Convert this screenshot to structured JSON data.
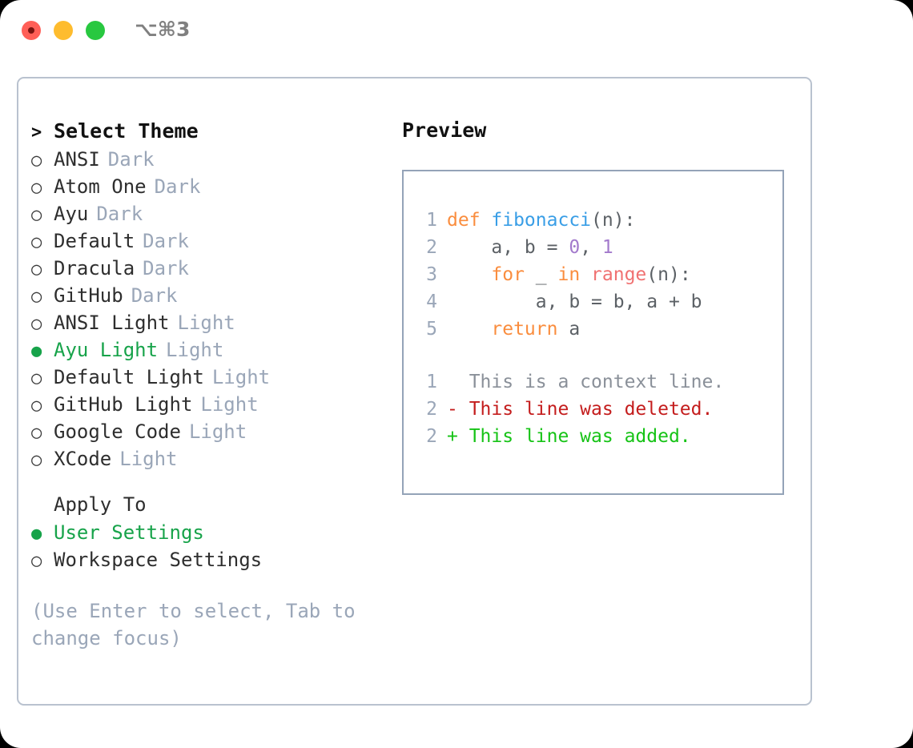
{
  "titlebar": {
    "shortcut": "⌥⌘3",
    "lights": [
      {
        "name": "close-button",
        "color": "#ff5f57"
      },
      {
        "name": "minimize-button",
        "color": "#febc2e"
      },
      {
        "name": "maximize-button",
        "color": "#28c840"
      }
    ]
  },
  "theme_section": {
    "marker": ">",
    "title": "Select Theme",
    "items": [
      {
        "marker": "○",
        "label": "ANSI",
        "tag": "Dark",
        "selected": false
      },
      {
        "marker": "○",
        "label": "Atom One",
        "tag": "Dark",
        "selected": false
      },
      {
        "marker": "○",
        "label": "Ayu",
        "tag": "Dark",
        "selected": false
      },
      {
        "marker": "○",
        "label": "Default",
        "tag": "Dark",
        "selected": false
      },
      {
        "marker": "○",
        "label": "Dracula",
        "tag": "Dark",
        "selected": false
      },
      {
        "marker": "○",
        "label": "GitHub",
        "tag": "Dark",
        "selected": false
      },
      {
        "marker": "○",
        "label": "ANSI Light",
        "tag": "Light",
        "selected": false
      },
      {
        "marker": "●",
        "label": "Ayu Light",
        "tag": "Light",
        "selected": true
      },
      {
        "marker": "○",
        "label": "Default Light",
        "tag": "Light",
        "selected": false
      },
      {
        "marker": "○",
        "label": "GitHub Light",
        "tag": "Light",
        "selected": false
      },
      {
        "marker": "○",
        "label": "Google Code",
        "tag": "Light",
        "selected": false
      },
      {
        "marker": "○",
        "label": "XCode",
        "tag": "Light",
        "selected": false
      }
    ]
  },
  "apply_section": {
    "marker": " ",
    "title": "Apply To",
    "items": [
      {
        "marker": "●",
        "label": "User Settings",
        "selected": true
      },
      {
        "marker": "○",
        "label": "Workspace Settings",
        "selected": false
      }
    ]
  },
  "hint": "(Use Enter to select, Tab to change focus)",
  "preview": {
    "title": "Preview",
    "code_lines": [
      {
        "no": "1",
        "tokens": [
          {
            "t": "def ",
            "c": "kw"
          },
          {
            "t": "fibonacci",
            "c": "fn"
          },
          {
            "t": "(n):",
            "c": "plain"
          }
        ]
      },
      {
        "no": "2",
        "tokens": [
          {
            "t": "    a, b = ",
            "c": "plain"
          },
          {
            "t": "0",
            "c": "num"
          },
          {
            "t": ", ",
            "c": "plain"
          },
          {
            "t": "1",
            "c": "num"
          }
        ]
      },
      {
        "no": "3",
        "tokens": [
          {
            "t": "    ",
            "c": "plain"
          },
          {
            "t": "for",
            "c": "kw"
          },
          {
            "t": " _ ",
            "c": "plain"
          },
          {
            "t": "in",
            "c": "kw"
          },
          {
            "t": " ",
            "c": "plain"
          },
          {
            "t": "range",
            "c": "builtin"
          },
          {
            "t": "(n):",
            "c": "plain"
          }
        ]
      },
      {
        "no": "4",
        "tokens": [
          {
            "t": "        a, b = b, a + b",
            "c": "plain"
          }
        ]
      },
      {
        "no": "5",
        "tokens": [
          {
            "t": "    ",
            "c": "plain"
          },
          {
            "t": "return",
            "c": "kw"
          },
          {
            "t": " a",
            "c": "plain"
          }
        ]
      }
    ],
    "diff_lines": [
      {
        "no": "1",
        "sign": "  ",
        "text": "This is a context line.",
        "kind": "context"
      },
      {
        "no": "2",
        "sign": "- ",
        "text": "This line was deleted.",
        "kind": "del"
      },
      {
        "no": "2",
        "sign": "+ ",
        "text": "This line was added.",
        "kind": "add"
      }
    ]
  },
  "colors": {
    "accent_green": "#17a34a",
    "keyword_orange": "#fa8d3e",
    "function_blue": "#399ee6",
    "number_purple": "#a37acc",
    "builtin_red": "#f07171",
    "muted_gray": "#9aa6b8",
    "diff_delete": "#c41d1d",
    "diff_add": "#16c316",
    "border": "#94a3b8"
  }
}
